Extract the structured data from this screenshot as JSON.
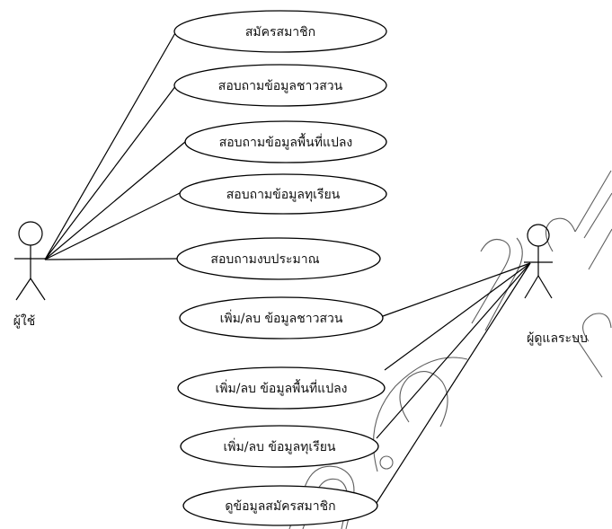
{
  "actors": {
    "user": {
      "label": "ผู้ใช้"
    },
    "admin": {
      "label": "ผู้ดูแลระบบ"
    }
  },
  "use_cases": [
    {
      "id": "uc1",
      "label": "สมัครสมาชิก"
    },
    {
      "id": "uc2",
      "label": "สอบถามข้อมูลชาวสวน"
    },
    {
      "id": "uc3",
      "label": "สอบถามข้อมูลพื้นที่แปลง"
    },
    {
      "id": "uc4",
      "label": "สอบถามข้อมูลทุเรียน"
    },
    {
      "id": "uc5",
      "label": "สอบถามงบประมาณ"
    },
    {
      "id": "uc6",
      "label": "เพิ่ม/ลบ ข้อมูลชาวสวน"
    },
    {
      "id": "uc7",
      "label": "เพิ่ม/ลบ ข้อมูลพื้นที่แปลง"
    },
    {
      "id": "uc8",
      "label": "เพิ่ม/ลบ ข้อมูลทุเรียน"
    },
    {
      "id": "uc9",
      "label": "ดูข้อมูลสมัครสมาชิก"
    }
  ]
}
